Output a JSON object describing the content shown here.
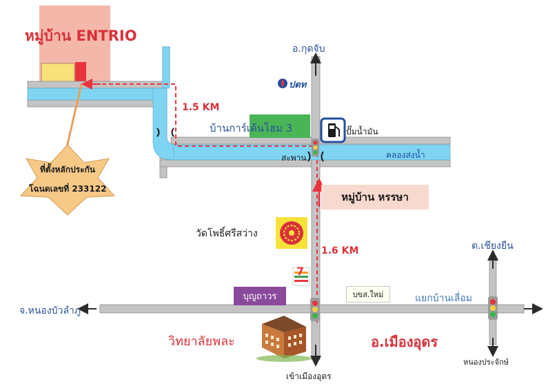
{
  "village": {
    "name": "หมู่บ้าน ENTRIO"
  },
  "directions": {
    "north": "อ.กุดจับ",
    "west": "จ.หนองบัวลำภู",
    "south": "เข้าเมืองอุดร",
    "northeast": "ต.เชียงยืน",
    "southeast": "หนองประจักษ์"
  },
  "distances": {
    "first_leg": "1.5 KM",
    "second_leg": "1.6 KM"
  },
  "landmarks": {
    "garden_home": "บ้านการ์เด้นโฮม 3",
    "gas_station": "ปั๊มน้ำมัน",
    "ptt_logo": "ปตท",
    "bridge": "สะพาน",
    "canal": "คลองส่งน้ำ",
    "harrasa_village": "หมู่บ้าน หรรษา",
    "temple": "วัดโพธิ์ศรีสว่าง",
    "seven_eleven_logo": "7",
    "boonthavorn": "บุญถาวร",
    "bus_terminal": "บขส.ใหม่",
    "ban_luam_junction": "แยกบ้านเลื่อม",
    "college": "วิทยาลัยพละ",
    "district": "อ.เมืองอุดร"
  },
  "location_marker": {
    "line1": "ที่ตั้งหลักประกัน",
    "line2": "โฉนดเลขที่ 233122"
  },
  "colors": {
    "road": "#c4c4c4",
    "canal": "#7fd4f2",
    "route": "#e8343c",
    "village_block": "#f4b8ab",
    "star": "#f7c987",
    "label_blue": "#2a4f95",
    "label_red": "#d8323a",
    "garden_box": "#49b557",
    "harrasa_box": "#f8d9cf",
    "boonthavorn_box": "#8a4a9c"
  }
}
